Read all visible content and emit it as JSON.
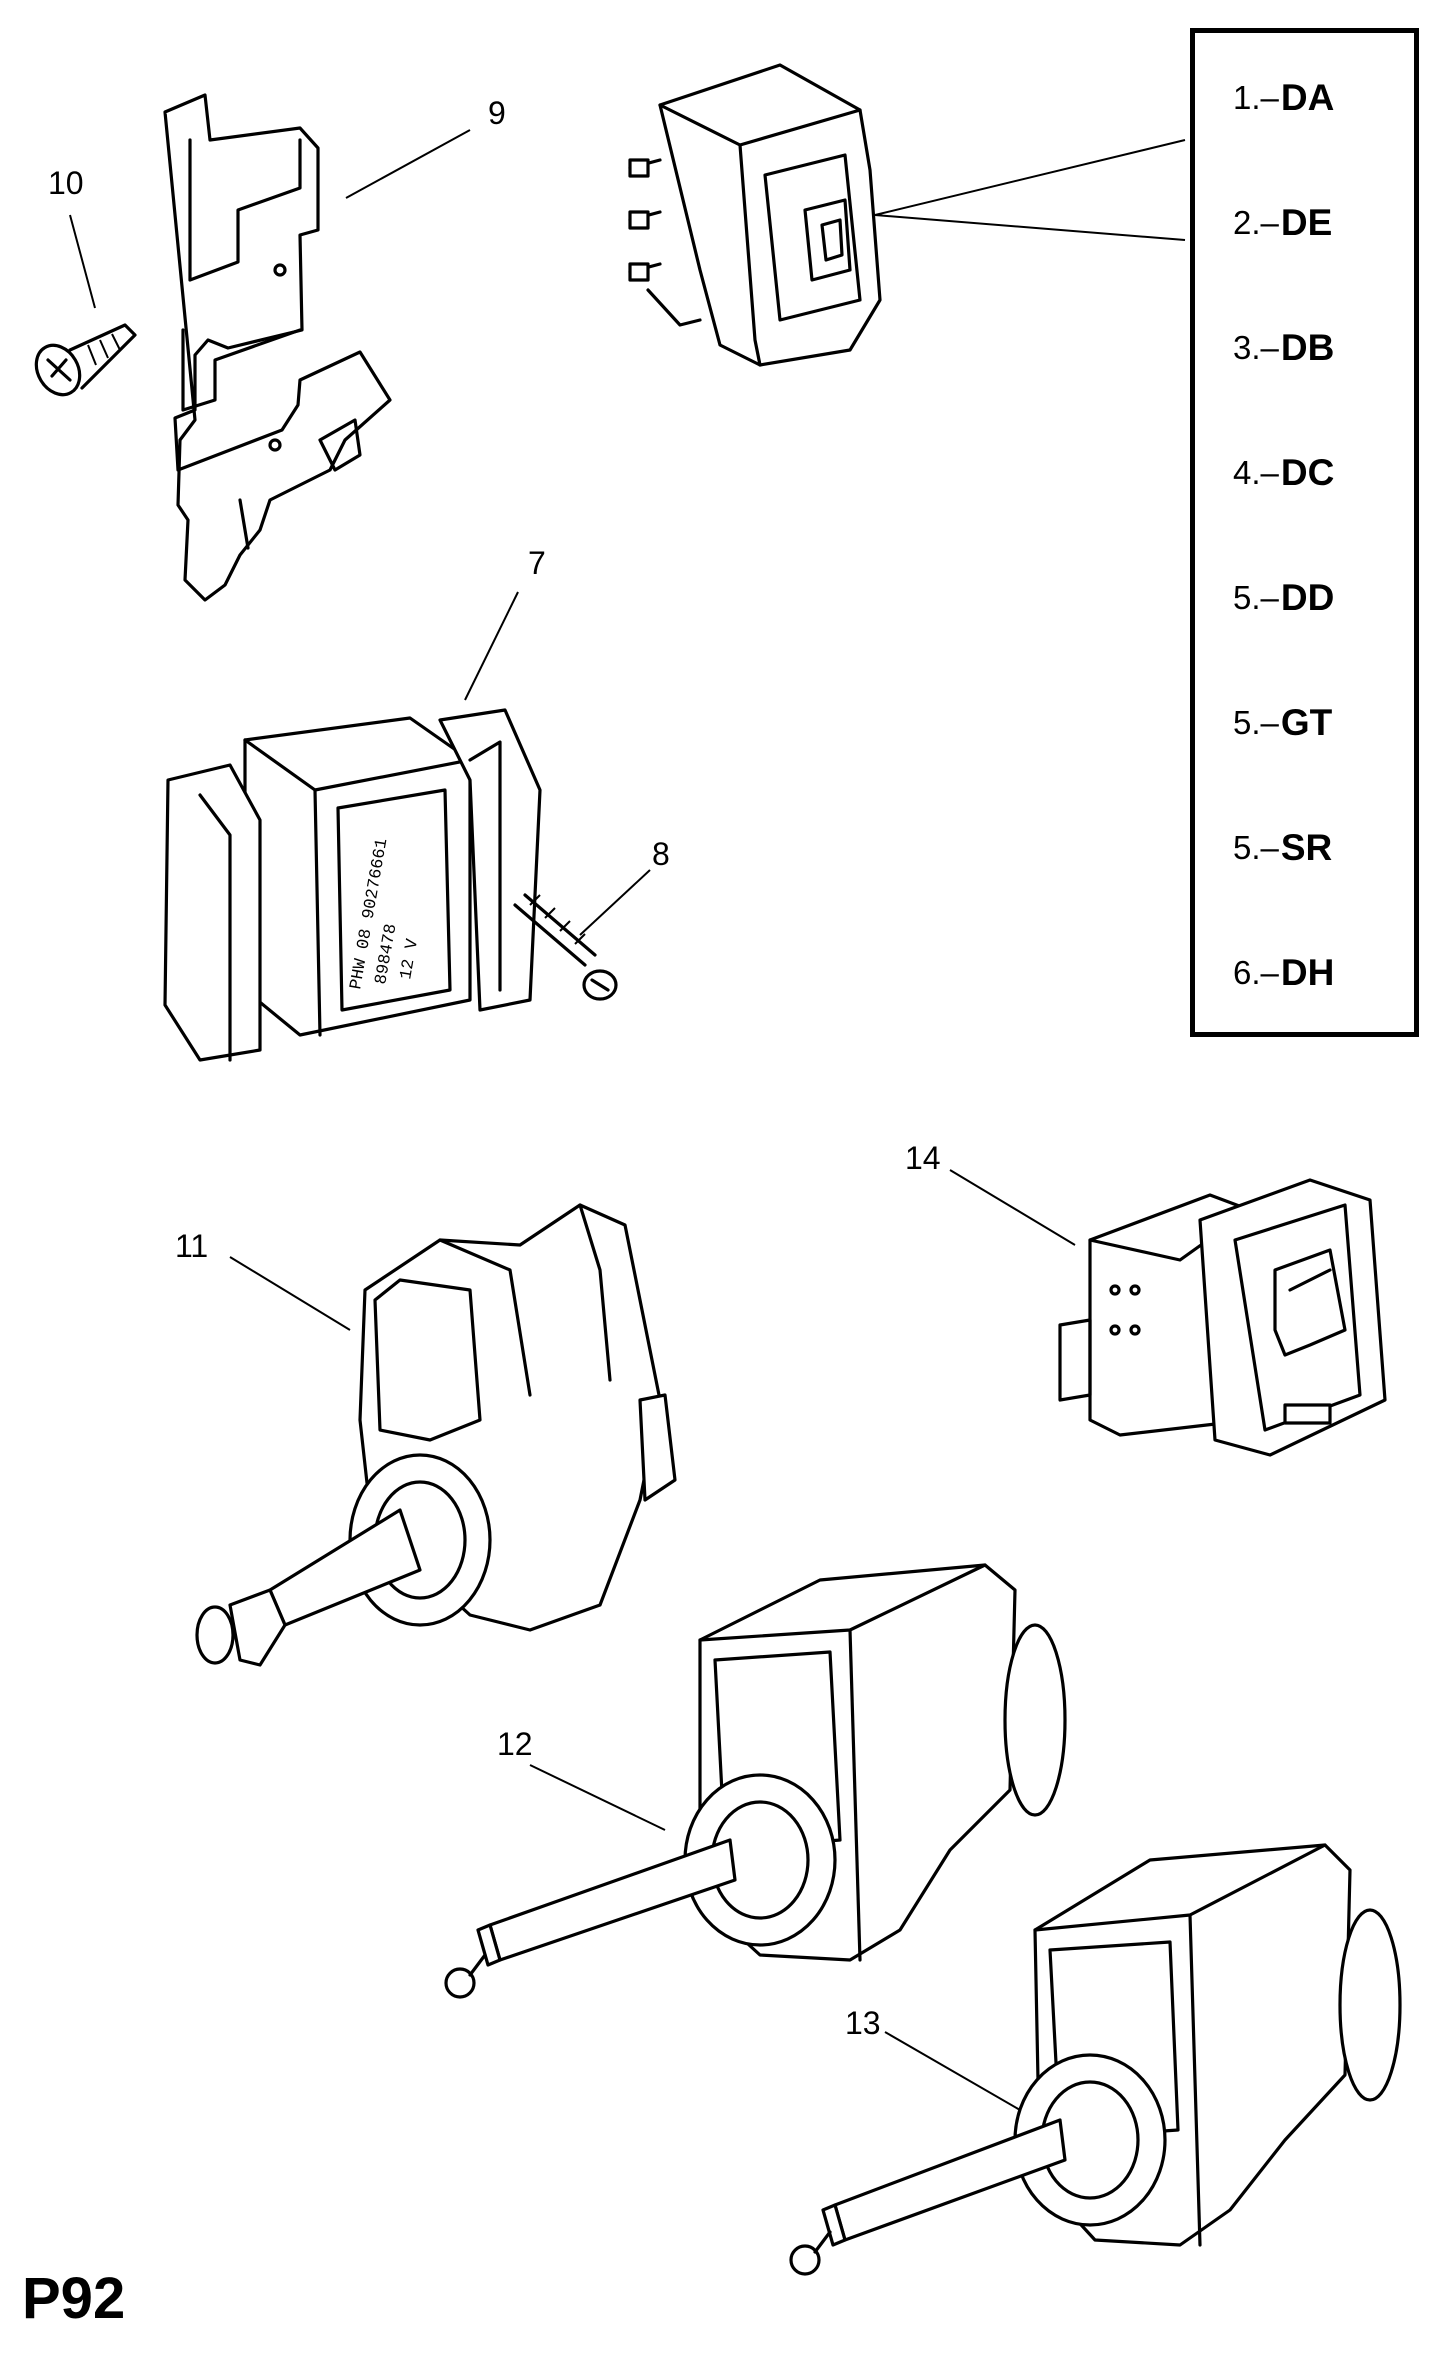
{
  "legend": {
    "items": [
      {
        "num": "1.–",
        "code": "DA"
      },
      {
        "num": "2.–",
        "code": "DE"
      },
      {
        "num": "3.–",
        "code": "DB"
      },
      {
        "num": "4.–",
        "code": "DC"
      },
      {
        "num": "5.–",
        "code": "DD"
      },
      {
        "num": "5.–",
        "code": "GT"
      },
      {
        "num": "5.–",
        "code": "SR"
      },
      {
        "num": "6.–",
        "code": "DH"
      }
    ]
  },
  "callouts": {
    "c7": "7",
    "c8": "8",
    "c9": "9",
    "c10": "10",
    "c11": "11",
    "c12": "12",
    "c13": "13",
    "c14": "14"
  },
  "relay_label": {
    "l1": "PHW 08  90276661",
    "l2": "898478",
    "l3": "12 V"
  },
  "page_code": "P92"
}
